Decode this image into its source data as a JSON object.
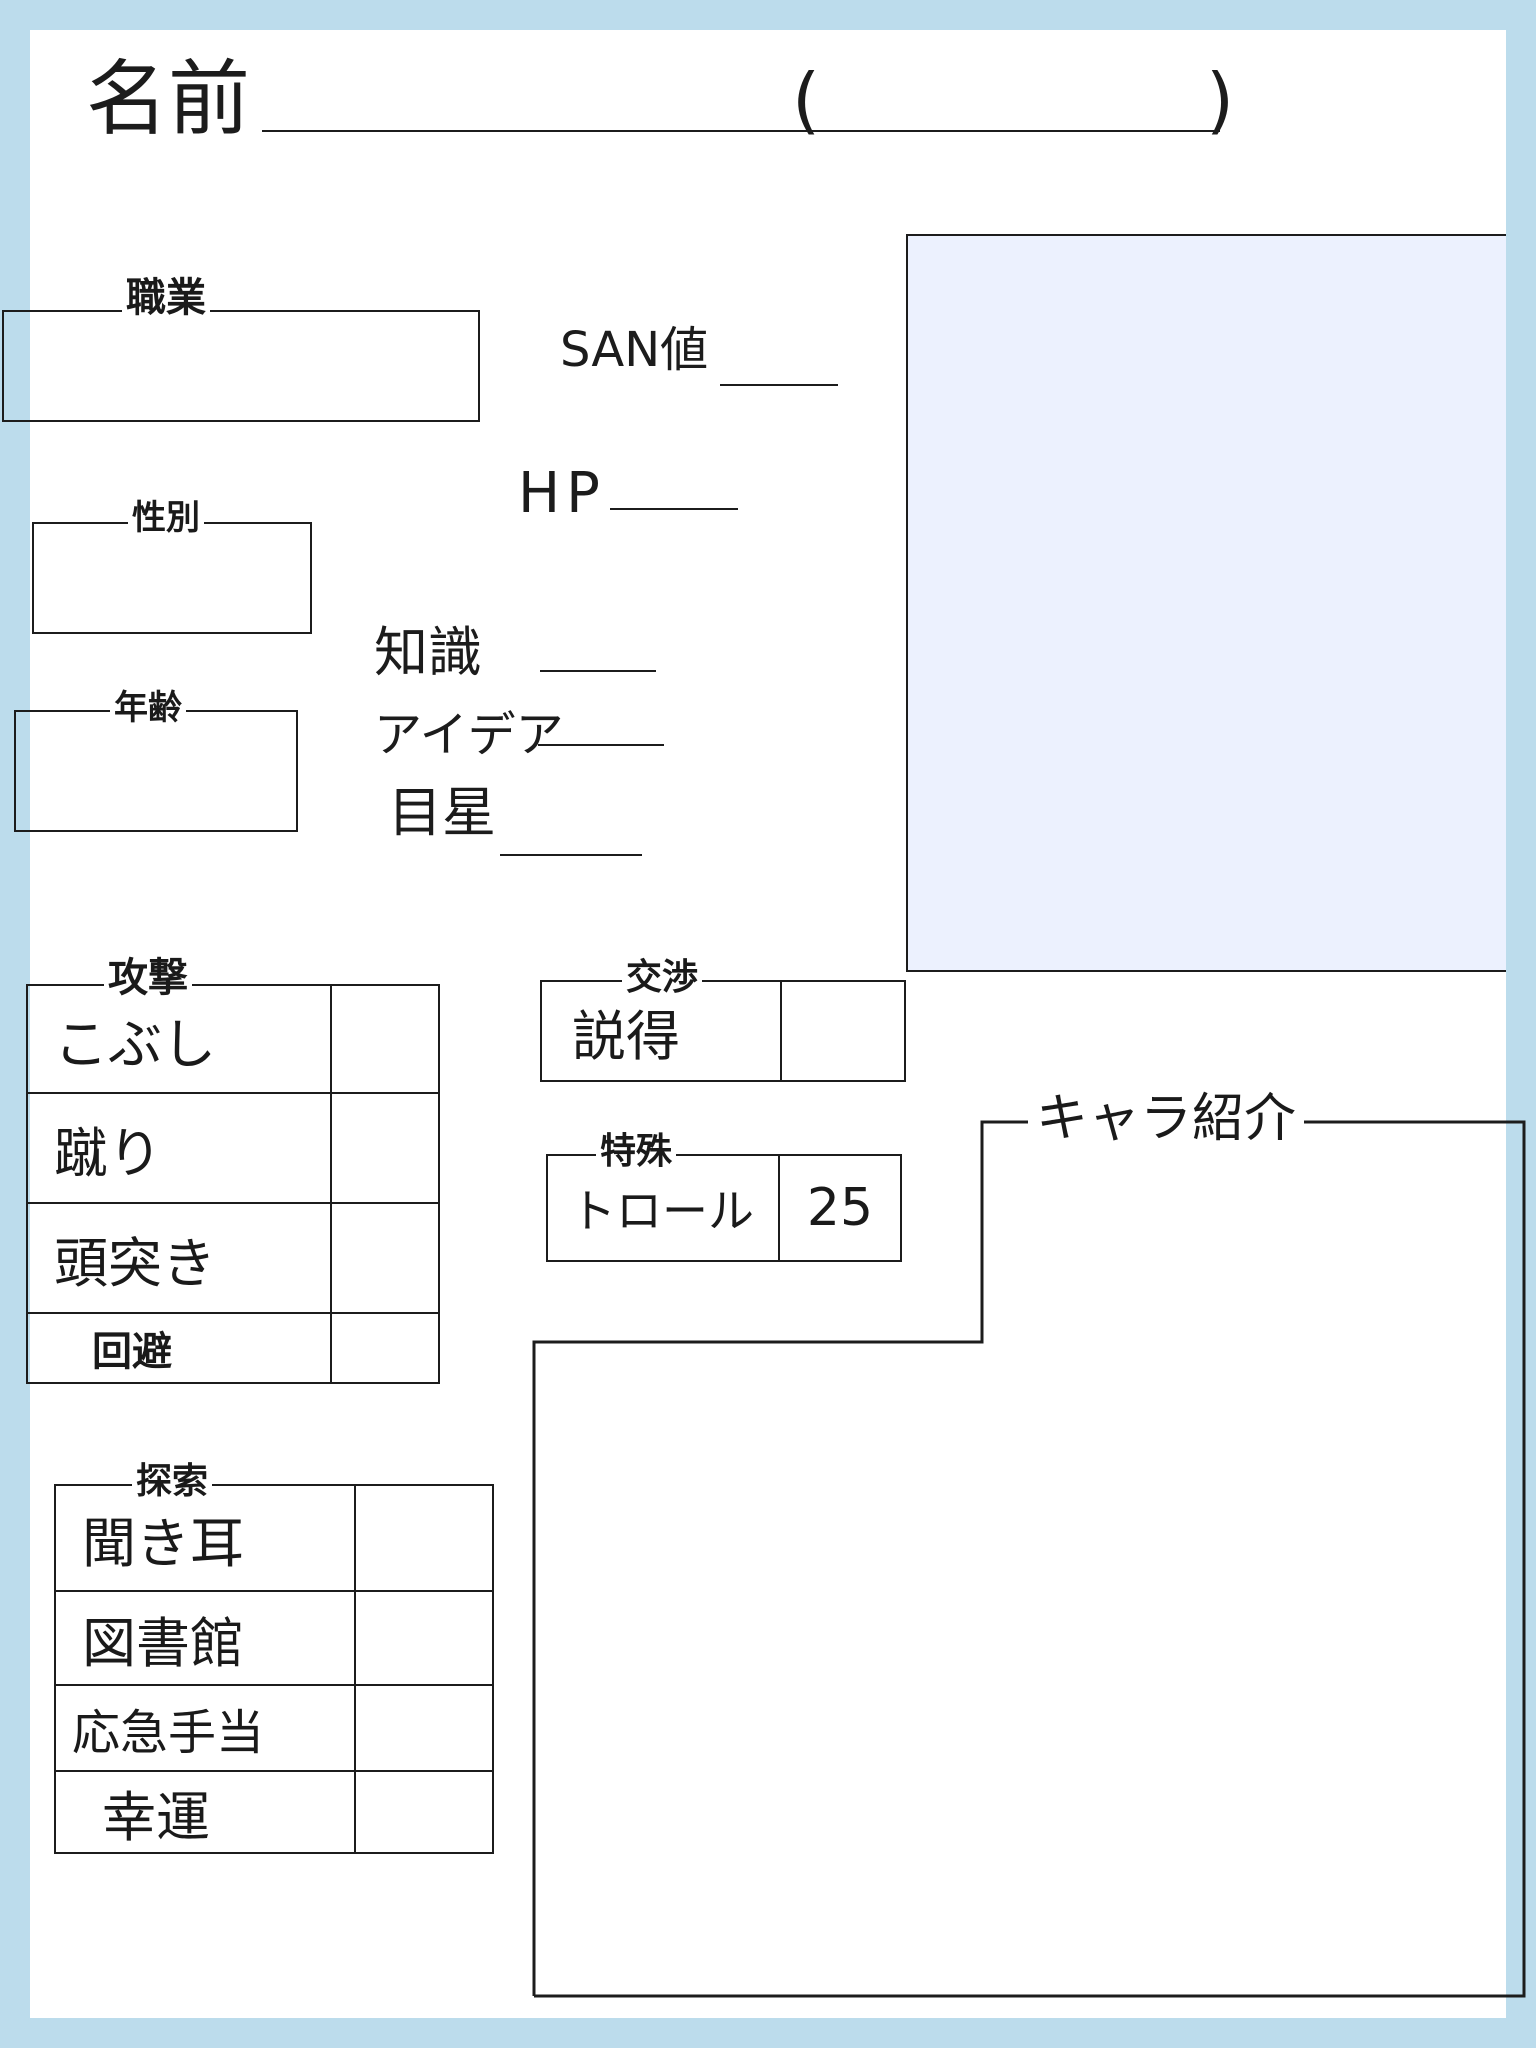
{
  "header": {
    "name_label": "名前",
    "paren_open": "(",
    "paren_close": ")"
  },
  "profile": {
    "occupation": "職業",
    "gender": "性別",
    "age": "年齢"
  },
  "stats": {
    "san": "SAN値",
    "hp": "HP",
    "knowledge": "知識",
    "idea": "アイデア",
    "spot": "目星"
  },
  "attack": {
    "title": "攻撃",
    "rows": [
      {
        "label": "こぶし",
        "value": ""
      },
      {
        "label": "蹴り",
        "value": ""
      },
      {
        "label": "頭突き",
        "value": ""
      },
      {
        "label": "回避",
        "value": ""
      }
    ]
  },
  "explore": {
    "title": "探索",
    "rows": [
      {
        "label": "聞き耳",
        "value": ""
      },
      {
        "label": "図書館",
        "value": ""
      },
      {
        "label": "応急手当",
        "value": ""
      },
      {
        "label": "幸運",
        "value": ""
      }
    ]
  },
  "negotiate": {
    "title": "交渉",
    "rows": [
      {
        "label": "説得",
        "value": ""
      }
    ]
  },
  "special": {
    "title": "特殊",
    "rows": [
      {
        "label": "トロール",
        "value": "25"
      }
    ]
  },
  "intro": {
    "title": "キャラ紹介"
  },
  "colors": {
    "frame": "#bcdcec",
    "portrait": "#ecf1fe",
    "ink": "#1c1c1c"
  }
}
